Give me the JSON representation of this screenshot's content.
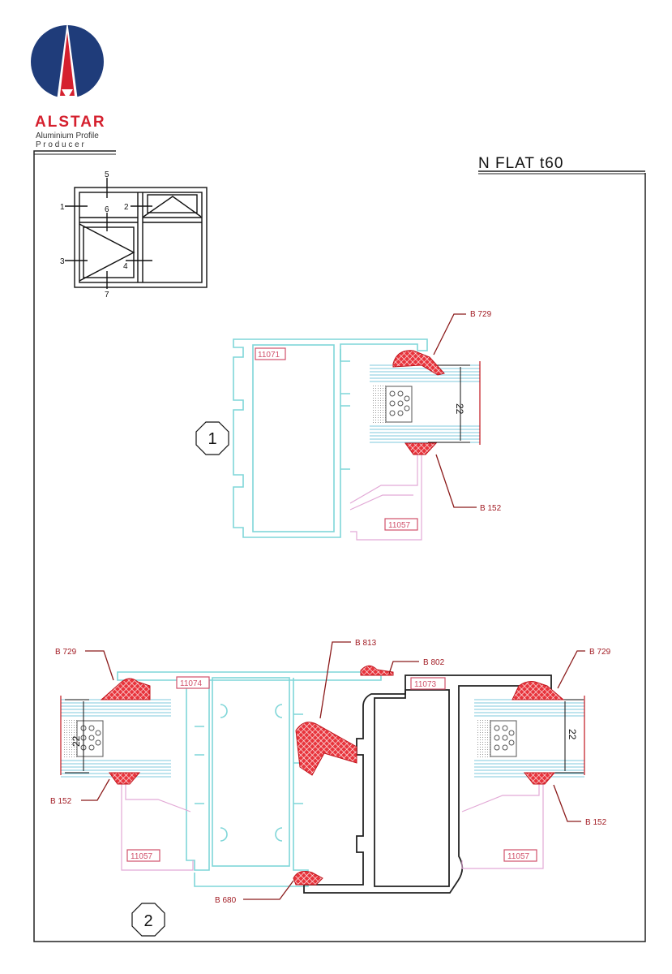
{
  "logo": {
    "brand": "ALSTAR",
    "tagline_1": "Aluminium Profile",
    "tagline_2": "P r o d u c e r",
    "colors": {
      "blue": "#1f3c7a",
      "red": "#d5202e"
    }
  },
  "title": "N FLAT t60",
  "window_key": {
    "labels": [
      "1",
      "2",
      "3",
      "4",
      "5",
      "6",
      "7"
    ]
  },
  "section_1": {
    "number": "1",
    "profiles": [
      "11071",
      "11057"
    ],
    "gaskets": [
      "B 729",
      "B 152"
    ],
    "glass_thickness": "22"
  },
  "section_2": {
    "number": "2",
    "profiles": [
      "11074",
      "11057",
      "11073",
      "11057"
    ],
    "gaskets": [
      "B 729",
      "B 152",
      "B 680",
      "B 813",
      "B 802",
      "B 729",
      "B 152"
    ],
    "glass_thickness_left": "22",
    "glass_thickness_right": "22"
  },
  "colors": {
    "sash_profile": "#7fd6d8",
    "bead_profile": "#e2a9d6",
    "frame_profile": "#222222",
    "gasket": "#e8343c",
    "label": "#a21c24"
  }
}
